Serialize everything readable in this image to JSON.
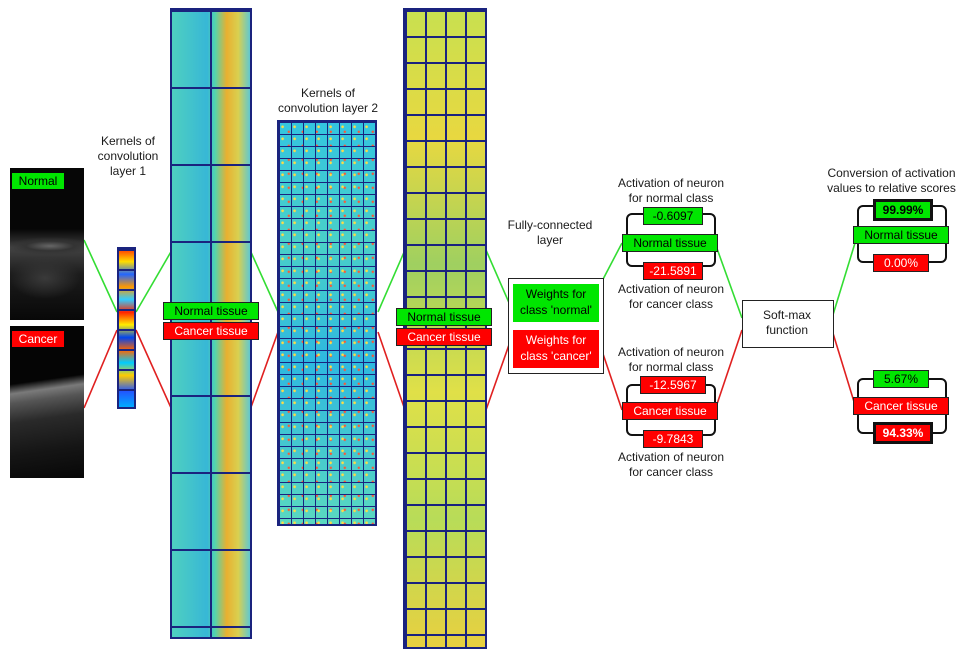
{
  "inputs": {
    "normal_label": "Normal",
    "cancer_label": "Cancer"
  },
  "conv1": {
    "title_line1": "Kernels of",
    "title_line2": "convolution",
    "title_line3": "layer 1"
  },
  "conv2": {
    "title_line1": "Kernels of",
    "title_line2": "convolution layer 2"
  },
  "fmap1": {
    "normal_label": "Normal tissue",
    "cancer_label": "Cancer tissue"
  },
  "fmap2": {
    "normal_label": "Normal tissue",
    "cancer_label": "Cancer tissue"
  },
  "fc": {
    "title_line1": "Fully-connected",
    "title_line2": "layer",
    "weights_normal_line1": "Weights for",
    "weights_normal_line2": "class 'normal'",
    "weights_cancer_line1": "Weights for",
    "weights_cancer_line2": "class 'cancer'"
  },
  "normal_case": {
    "top_label_line1": "Activation of neuron",
    "top_label_line2": "for normal class",
    "normal_activation": "-0.6097",
    "class_label": "Normal tissue",
    "cancer_activation": "-21.5891",
    "bottom_label_line1": "Activation of neuron",
    "bottom_label_line2": "for cancer class"
  },
  "cancer_case": {
    "top_label_line1": "Activation of neuron",
    "top_label_line2": "for normal class",
    "normal_activation": "-12.5967",
    "class_label": "Cancer tissue",
    "cancer_activation": "-9.7843",
    "bottom_label_line1": "Activation of neuron",
    "bottom_label_line2": "for cancer class"
  },
  "softmax": {
    "line1": "Soft-max",
    "line2": "function"
  },
  "conversion": {
    "line1": "Conversion of activation",
    "line2": "values  to relative scores"
  },
  "normal_scores": {
    "normal_score": "99.99%",
    "class_label": "Normal tissue",
    "cancer_score": "0.00%"
  },
  "cancer_scores": {
    "normal_score": "5.67%",
    "class_label": "Cancer tissue",
    "cancer_score": "94.33%"
  },
  "colors": {
    "green": "#00e600",
    "red": "#ff0000",
    "arrow_green": "#33dd33",
    "arrow_red": "#e02020",
    "frame": "#1a237e"
  }
}
